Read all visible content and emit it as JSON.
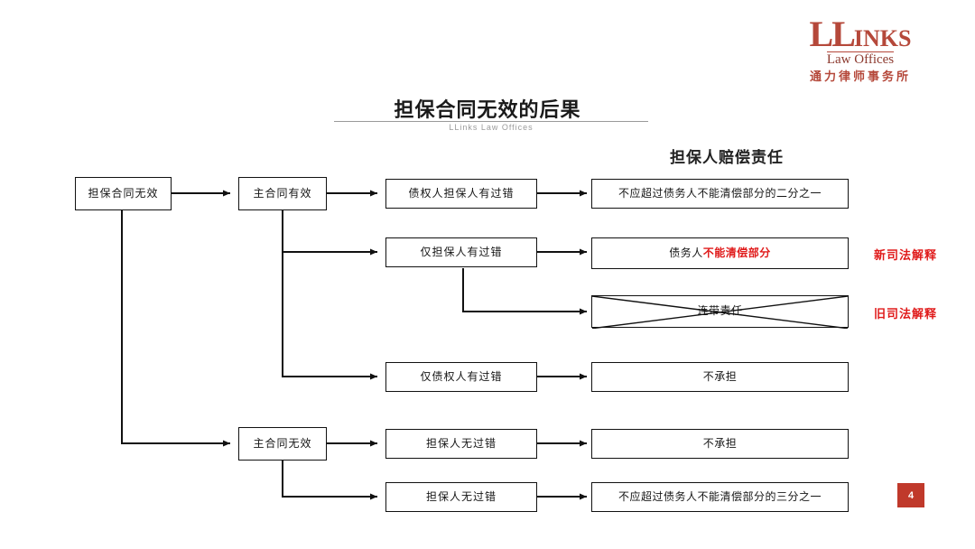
{
  "brand": {
    "logo_main": "LL",
    "logo_main_small": "INKS",
    "logo_sub": "Law Offices",
    "logo_cn": "通力律师事务所"
  },
  "header": {
    "title": "担保合同无效的后果",
    "subtitle": "LLinks Law Offices"
  },
  "columns": {
    "liability_heading": "担保人赔偿责任"
  },
  "nodes": {
    "root": "担保合同无效",
    "main_valid": "主合同有效",
    "main_invalid": "主合同无效",
    "fault_both": "债权人担保人有过错",
    "fault_guarantor": "仅担保人有过错",
    "fault_creditor": "仅债权人有过错",
    "no_fault_1": "担保人无过错",
    "no_fault_2": "担保人无过错",
    "result_half": "不应超过债务人不能清偿部分的二分之一",
    "result_unpaid_prefix": "债务人",
    "result_unpaid_red": "不能清偿部分",
    "result_joint": "连带责任",
    "result_none_1": "不承担",
    "result_none_2": "不承担",
    "result_third": "不应超过债务人不能清偿部分的三分之一"
  },
  "annotations": {
    "new_interpretation": "新司法解释",
    "old_interpretation": "旧司法解释"
  },
  "footer": {
    "page_number": "4"
  },
  "colors": {
    "brand_red": "#b5483a",
    "accent_red": "#e01b1b",
    "badge_red": "#c0392b",
    "line": "#111111"
  }
}
